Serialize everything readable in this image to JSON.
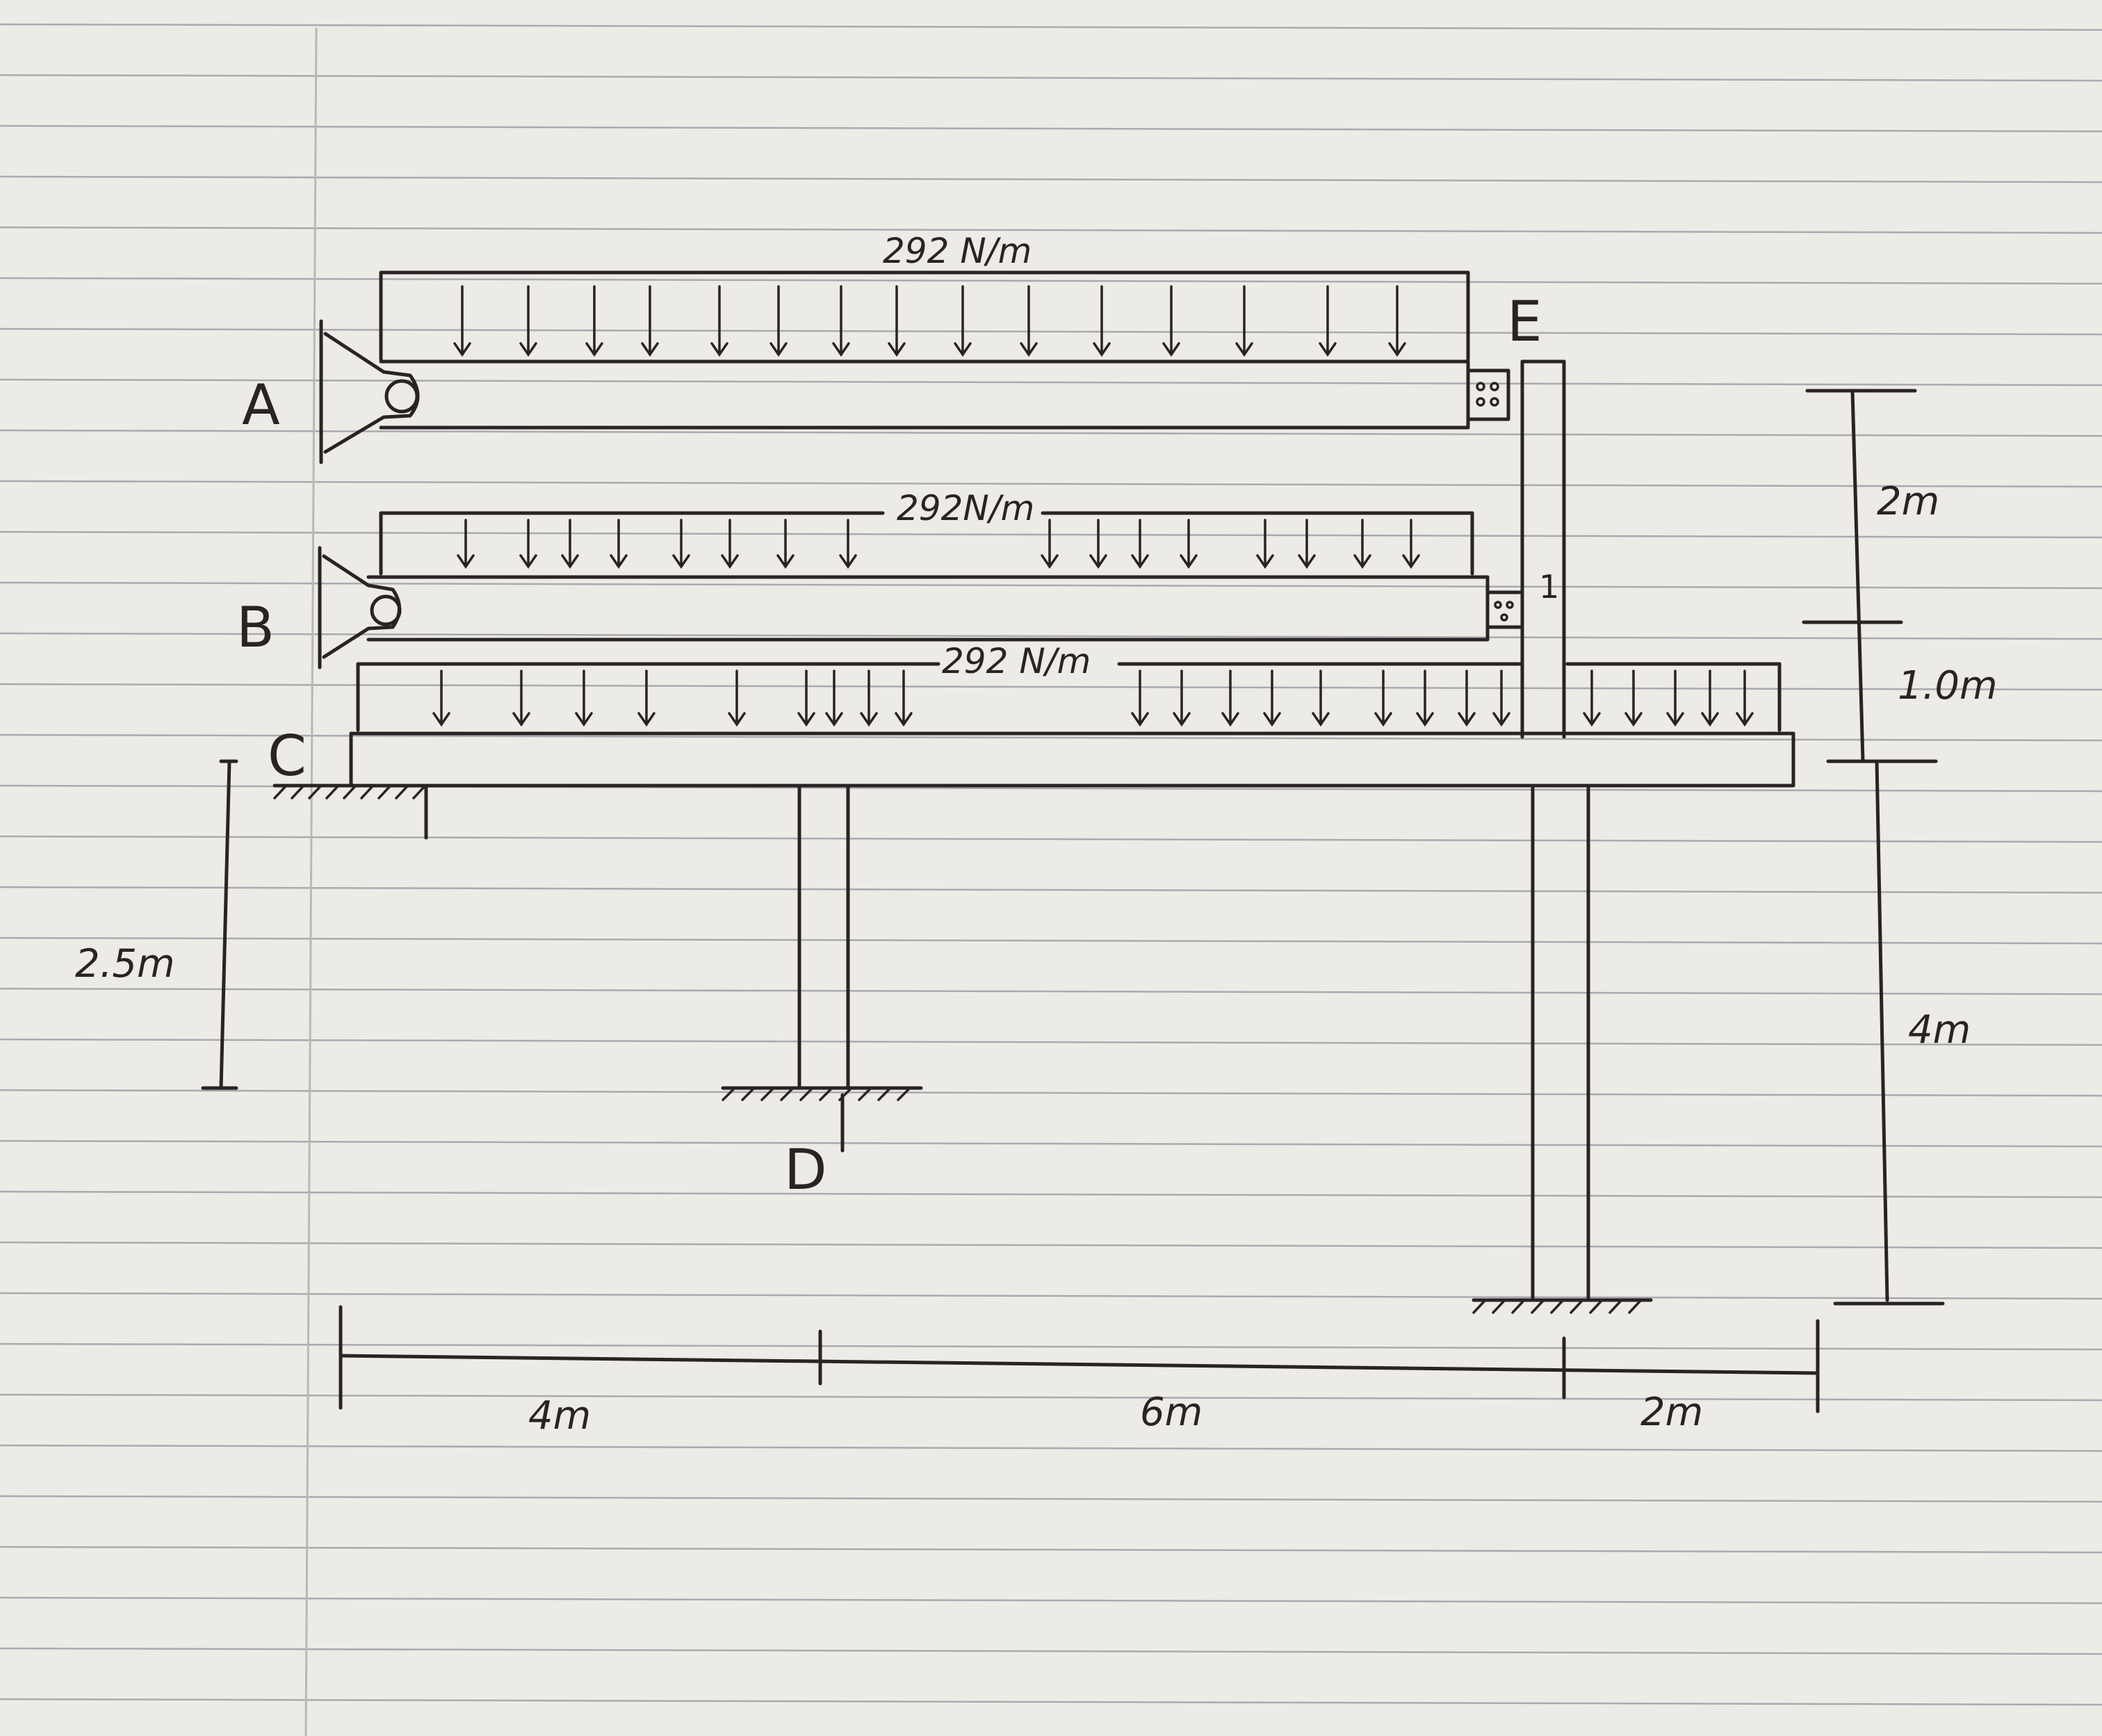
{
  "labels": {
    "support_a": "A",
    "support_b": "B",
    "support_c": "C",
    "support_d": "D",
    "joint_e": "E",
    "post_mark": "1"
  },
  "loads": {
    "top": "292 N/m",
    "middle": "292N/m",
    "bottom": "292 N/m"
  },
  "dimensions": {
    "c_height": "2.5m",
    "right_top": "2m",
    "right_mid": "1.0m",
    "right_bottom": "4m",
    "span_1": "4m",
    "span_2": "6m",
    "span_3": "2m"
  },
  "colors": {
    "paper": "#ecebe6",
    "ink": "#2a2324",
    "rule_lines": "#a9aab0"
  }
}
